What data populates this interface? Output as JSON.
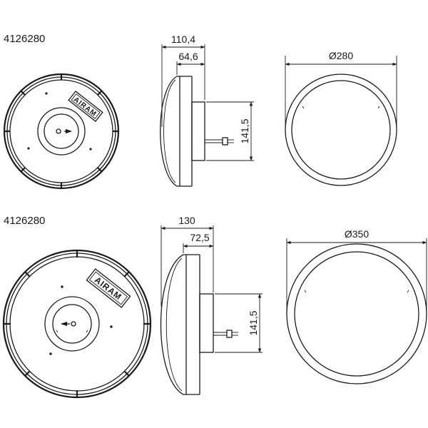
{
  "top_row": {
    "product_code": "4126280",
    "logo_text": "AIRAM",
    "dim_depth_total": "110,4",
    "dim_depth_base": "64,6",
    "dim_base_height": "141,5",
    "dim_diameter": "Ø280"
  },
  "bottom_row": {
    "product_code": "4126280",
    "logo_text": "AIRAM",
    "dim_depth_total": "130",
    "dim_depth_base": "72,5",
    "dim_base_height": "141,5",
    "dim_diameter": "Ø350"
  }
}
